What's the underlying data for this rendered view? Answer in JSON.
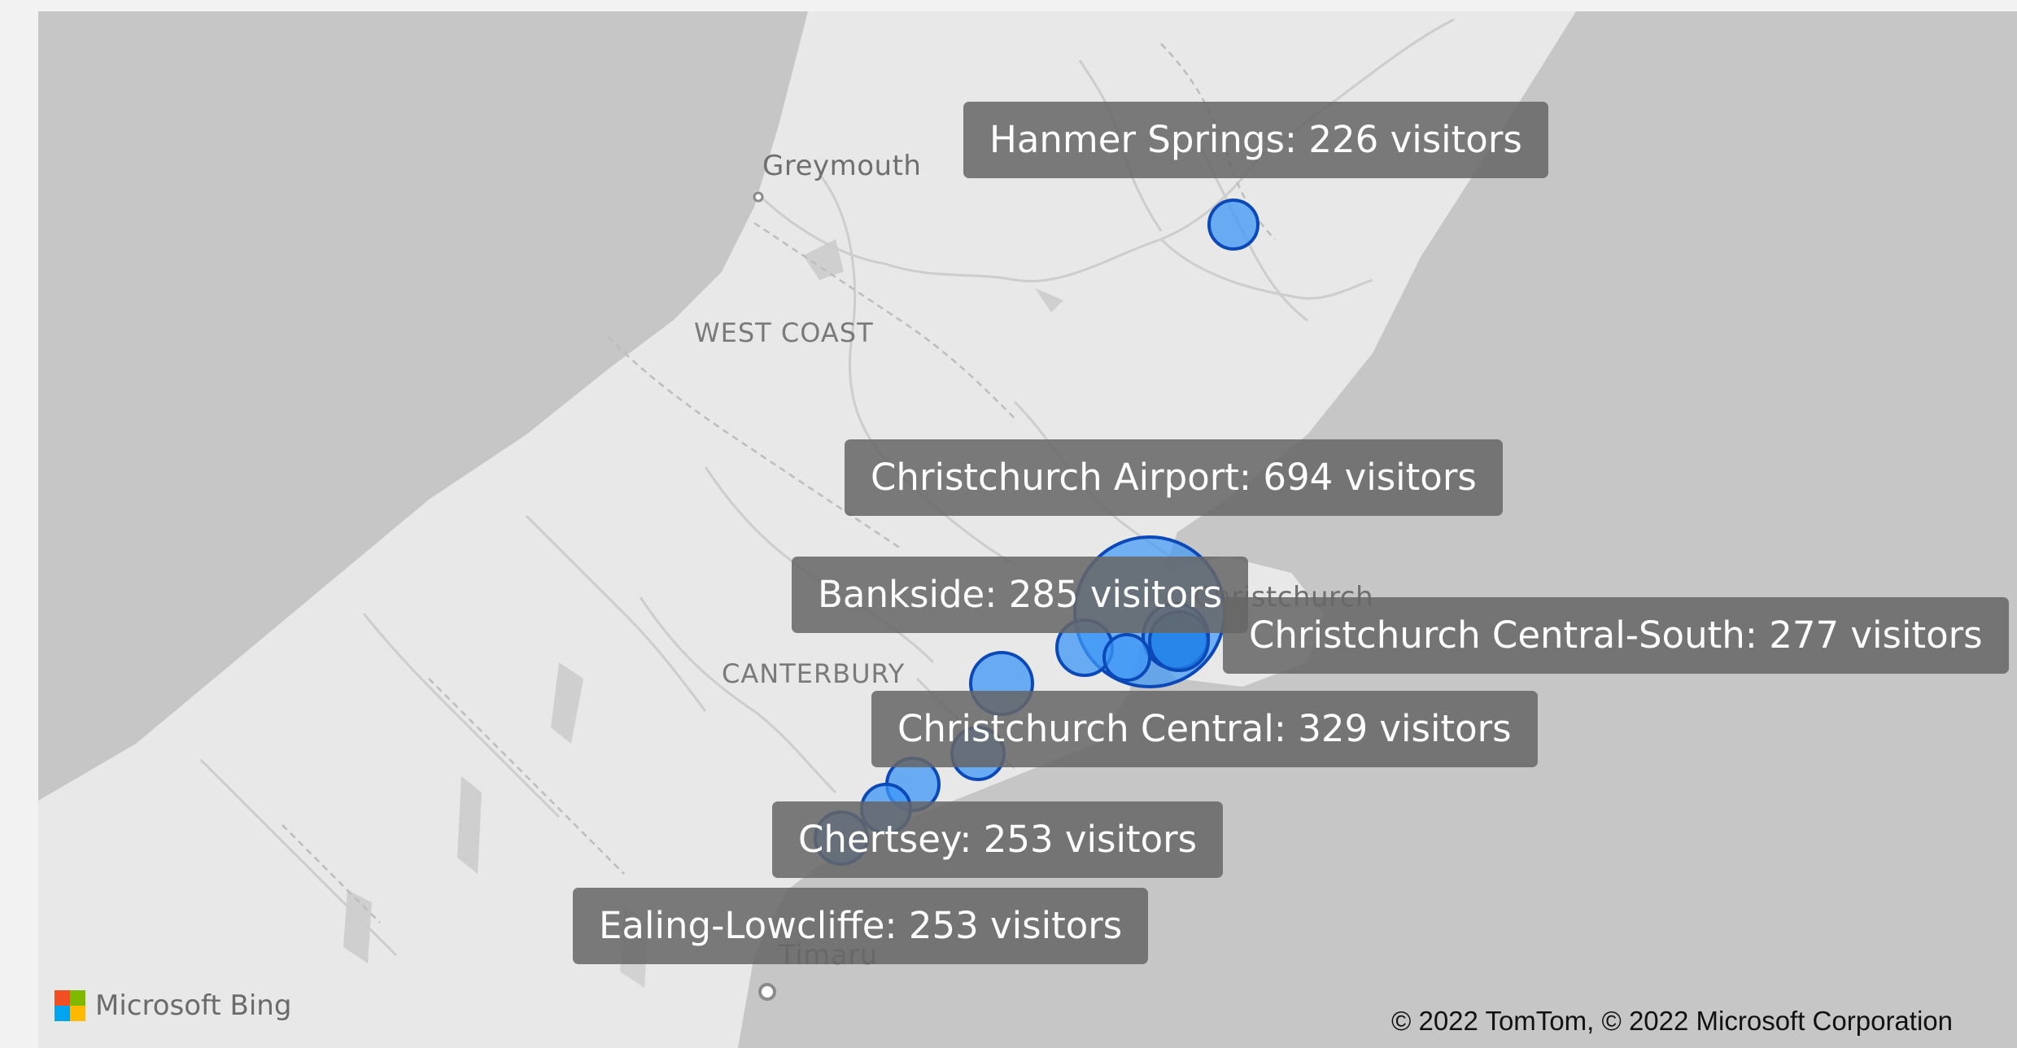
{
  "map": {
    "places": {
      "greymouth": "Greymouth",
      "west_coast": "WEST COAST",
      "canterbury": "CANTERBURY",
      "christchurch": "Christchurch",
      "timaru": "Timaru"
    },
    "callouts": {
      "hanmer_springs": "Hanmer Springs: 226 visitors",
      "christchurch_airport": "Christchurch Airport: 694 visitors",
      "bankside": "Bankside: 285 visitors",
      "christchurch_central_south": "Christchurch Central-South: 277 visitors",
      "christchurch_central": "Christchurch Central: 329 visitors",
      "chertsey": "Chertsey: 253 visitors",
      "ealing_lowcliffe": "Ealing-Lowcliffe: 253 visitors"
    },
    "locations": [
      {
        "name": "Hanmer Springs",
        "visitors": 226
      },
      {
        "name": "Christchurch Airport",
        "visitors": 694
      },
      {
        "name": "Bankside",
        "visitors": 285
      },
      {
        "name": "Christchurch Central-South",
        "visitors": 277
      },
      {
        "name": "Christchurch Central",
        "visitors": 329
      },
      {
        "name": "Chertsey",
        "visitors": 253
      },
      {
        "name": "Ealing-Lowcliffe",
        "visitors": 253
      }
    ],
    "colors": {
      "water": "#c6c6c6",
      "land": "#e8e8e8",
      "bubble_fill": "#3d97f5",
      "bubble_stroke": "#0b48b8",
      "callout_bg": "#666666"
    },
    "attribution": {
      "brand": "Microsoft Bing",
      "copyright": "© 2022 TomTom, © 2022 Microsoft Corporation"
    }
  }
}
